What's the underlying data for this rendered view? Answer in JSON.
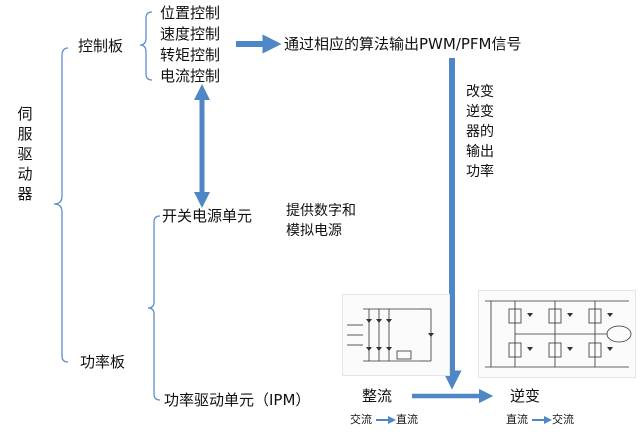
{
  "root": "伺服驱动器",
  "control_board": {
    "label": "控制板",
    "items": [
      "位置控制",
      "速度控制",
      "转矩控制",
      "电流控制"
    ]
  },
  "algorithm_output": "通过相应的算法输出PWM/PFM信号",
  "inverter_note": "改变逆变器的输出功率",
  "power_board": {
    "label": "功率板",
    "switch_unit": "开关电源单元",
    "drive_unit": "功率驱动单元（IPM）"
  },
  "power_supply_note": {
    "line1": "提供数字和",
    "line2": "模拟电源"
  },
  "rectifier": {
    "title": "整流",
    "from": "交流",
    "to": "直流"
  },
  "inverter": {
    "title": "逆变",
    "from": "直流",
    "to": "交流"
  },
  "colors": {
    "bracket": "#5b8fc9",
    "arrow": "#4f86c6"
  }
}
